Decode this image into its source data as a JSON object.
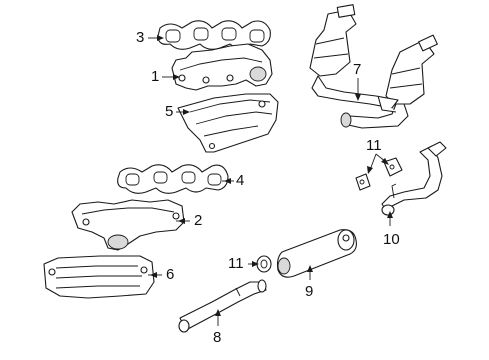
{
  "diagram": {
    "callouts": [
      {
        "id": "c3",
        "text": "3"
      },
      {
        "id": "c1",
        "text": "1"
      },
      {
        "id": "c5",
        "text": "5"
      },
      {
        "id": "c4",
        "text": "4"
      },
      {
        "id": "c2",
        "text": "2"
      },
      {
        "id": "c6",
        "text": "6"
      },
      {
        "id": "c7",
        "text": "7"
      },
      {
        "id": "c11a",
        "text": "11"
      },
      {
        "id": "c10",
        "text": "10"
      },
      {
        "id": "c11b",
        "text": "11"
      },
      {
        "id": "c9",
        "text": "9"
      },
      {
        "id": "c8",
        "text": "8"
      }
    ]
  }
}
